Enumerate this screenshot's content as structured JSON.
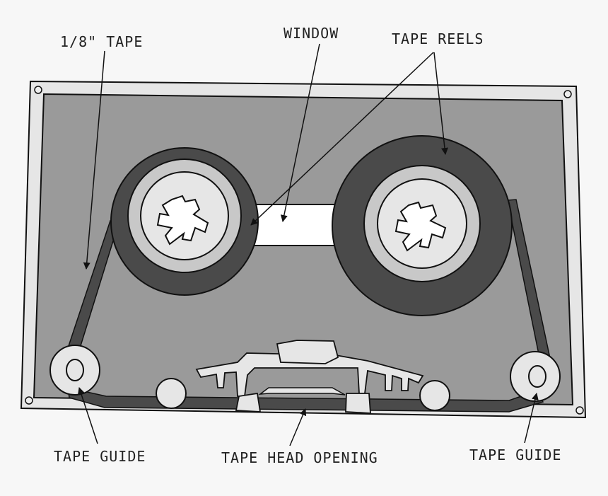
{
  "labels": {
    "tape": "1/8\" TAPE",
    "window": "WINDOW",
    "reels": "TAPE REELS",
    "guide_left": "TAPE GUIDE",
    "head": "TAPE HEAD OPENING",
    "guide_right": "TAPE GUIDE"
  },
  "colors": {
    "background": "#f7f7f7",
    "shell_outer": "#e6e6e6",
    "shell_inner": "#9a9a9a",
    "tape": "#4a4a4a",
    "hub_ring": "#c8c8c8",
    "hub": "#e6e6e6",
    "window": "#ffffff",
    "outline": "#111111"
  }
}
